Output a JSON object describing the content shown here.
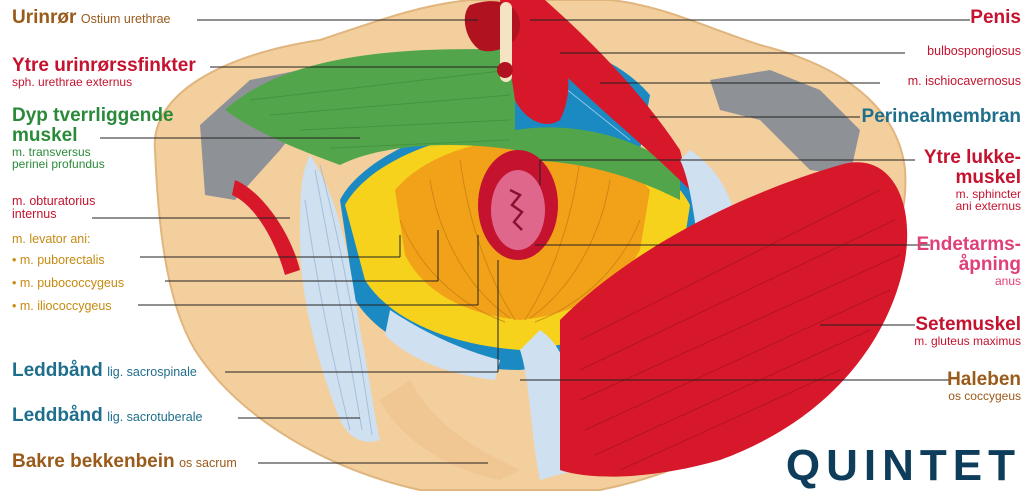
{
  "labels": {
    "urinror": {
      "main": "Urinrør",
      "latin": "Ostium urethrae"
    },
    "ytre_urinror": {
      "main": "Ytre urinrørssfinkter",
      "latin": "sph. urethrae externus"
    },
    "dyp_tverr": {
      "main1": "Dyp tverrliggende",
      "main2": "muskel",
      "latin1": "m. transversus",
      "latin2": "perinei profundus"
    },
    "obturatorius": {
      "line1": "m. obturatorius",
      "line2": "internus"
    },
    "levator": {
      "header": "m. levator ani:",
      "items": [
        "• m. puborectalis",
        "• m. pubococcygeus",
        "• m. iliococcygeus"
      ]
    },
    "sacrospinale": {
      "main": "Leddbånd",
      "latin": "lig. sacrospinale"
    },
    "sacrotuberale": {
      "main": "Leddbånd",
      "latin": "lig. sacrotuberale"
    },
    "sacrum": {
      "main": "Bakre bekkenbein",
      "latin": "os sacrum"
    },
    "penis": {
      "main": "Penis"
    },
    "bulbo": {
      "main": "bulbospongiosus"
    },
    "ischio": {
      "main": "m. ischiocavernosus"
    },
    "perineal": {
      "main": "Perinealmembran"
    },
    "ytre_lukke": {
      "main1": "Ytre lukke-",
      "main2": "muskel",
      "latin1": "m. sphincter",
      "latin2": "ani externus"
    },
    "endetarm": {
      "main1": "Endetarms-",
      "main2": "åpning",
      "latin": "anus"
    },
    "setemuskel": {
      "main": "Setemuskel",
      "latin": "m. gluteus maximus"
    },
    "haleben": {
      "main": "Haleben",
      "latin": "os coccygeus"
    }
  },
  "watermark": "QUINTET",
  "colors": {
    "bone": "#f3cf9e",
    "muscle_red": "#d7182a",
    "green": "#52a54a",
    "yellow": "#f6d21c",
    "orange": "#f2a218",
    "blue": "#1b8ac2",
    "ligament": "#cfe0f0",
    "gray": "#8e9296",
    "anus_pink": "#e0678c"
  }
}
